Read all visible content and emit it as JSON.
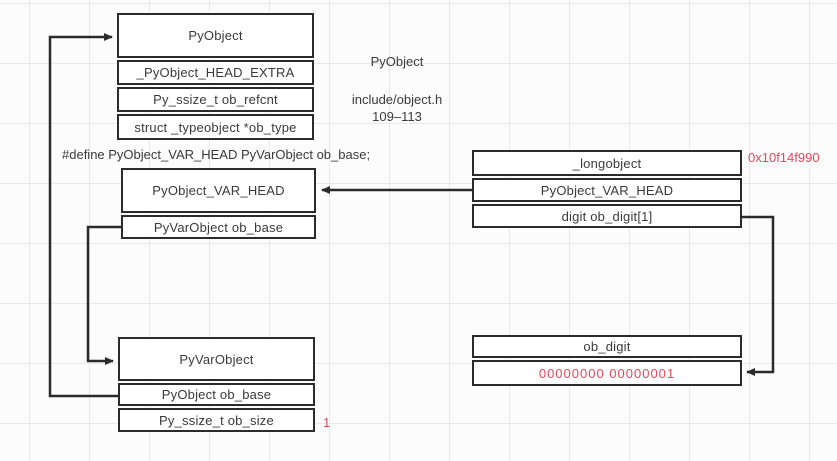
{
  "notes": {
    "struct_name": "PyObject",
    "file_path": "include/object.h",
    "line_range": "109–113",
    "define_line": "#define PyObject_VAR_HEAD PyVarObject ob_base;"
  },
  "annotations": {
    "address": "0x10f14f990",
    "ob_size_value": "1"
  },
  "boxes": {
    "pyobject": {
      "title": "PyObject",
      "rows": [
        "_PyObject_HEAD_EXTRA",
        "Py_ssize_t ob_refcnt",
        "struct _typeobject *ob_type"
      ]
    },
    "var_head": {
      "title": "PyObject_VAR_HEAD",
      "rows": [
        "PyVarObject ob_base"
      ]
    },
    "longobject": {
      "title": "_longobject",
      "rows": [
        "PyObject_VAR_HEAD",
        "digit ob_digit[1]"
      ]
    },
    "pyvarobject": {
      "title": "PyVarObject",
      "rows": [
        "PyObject ob_base",
        "Py_ssize_t ob_size"
      ]
    },
    "ob_digit": {
      "title": "ob_digit",
      "rows": [
        "00000000 00000001"
      ]
    }
  },
  "colors": {
    "accent_red": "#e8475a",
    "line": "#2b2b2b",
    "grid": "#e9e9e9"
  }
}
